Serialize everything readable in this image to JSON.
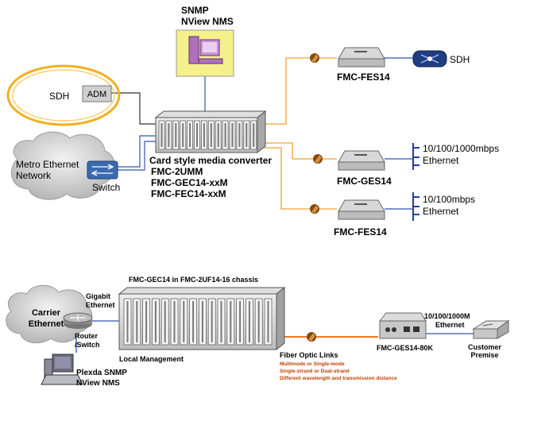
{
  "top": {
    "nms_title_line1": "SNMP",
    "nms_title_line2": "NView NMS",
    "sdh_ring_label": "SDH",
    "adm_label": "ADM",
    "metro_cloud_line1": "Metro Ethernet",
    "metro_cloud_line2": "Network",
    "switch_label": "Switch",
    "chassis_caption": [
      "Card style media converter",
      "FMC-2UMM",
      "FMC-GEC14-xxM",
      "FMC-FEC14-xxM"
    ],
    "device1_label": "FMC-FES14",
    "device1_target": "SDH",
    "device2_label": "FMC-GES14",
    "device2_speed": "10/100/1000mbps",
    "device2_net": "Ethernet",
    "device3_label": "FMC-FES14",
    "device3_speed": "10/100mbps",
    "device3_net": "Ethernet"
  },
  "bottom": {
    "chassis_title": "FMC-GEC14 in FMC-2UF14-16 chassis",
    "cloud_line1": "Carrier",
    "cloud_line2": "Ethernet",
    "gigabit_line1": "Gigabit",
    "gigabit_line2": "Ethernet",
    "router_line1": "Router",
    "router_line2": "/Switch",
    "local_mgmt": "Local Management",
    "pc_line1": "Plexda SNMP",
    "pc_line2": "NView NMS",
    "fiber_title": "Fiber Optic Links",
    "fiber_notes": [
      "Multimode or Single-mode",
      "Single-strand or Dual-strand",
      "Different wavelength and transmission distance"
    ],
    "device_label": "FMC-GES14-80K",
    "speed_line1": "10/100/1000M",
    "speed_line2": "Ethernet",
    "customer_line1": "Customer",
    "customer_line2": "Premise"
  },
  "colors": {
    "fiber_orange": "#f0a030",
    "fiber_dark": "#e07020",
    "link_blue": "#3355aa",
    "nms_box": "#f4f08a",
    "cloud_gray": "#d0d0d0",
    "device_blue": "#2040a0",
    "note_orange": "#c04000"
  }
}
